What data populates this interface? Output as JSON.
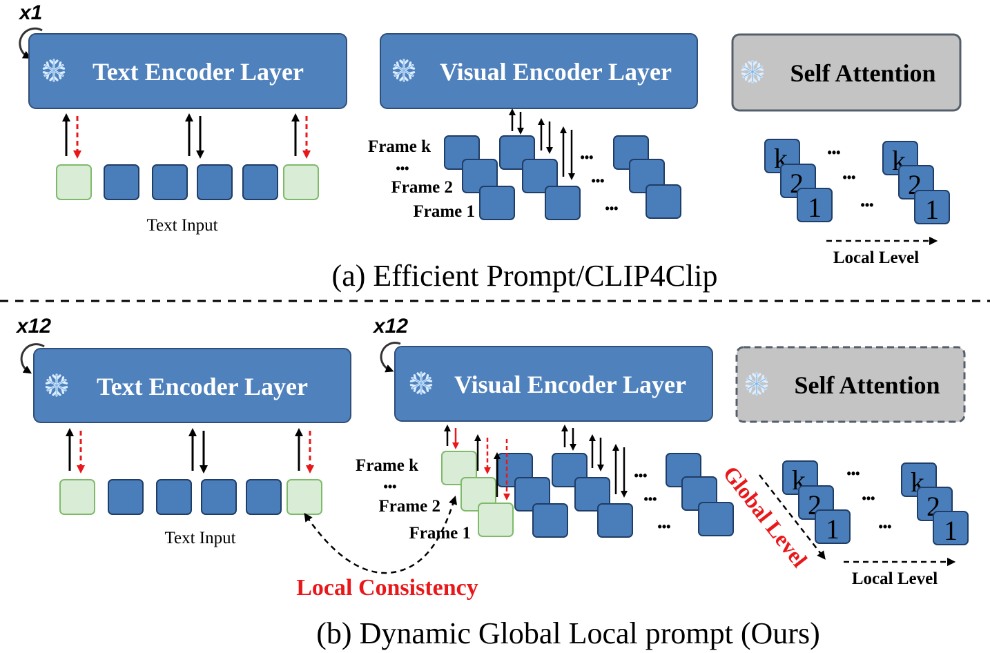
{
  "top": {
    "repeat_label": "x1",
    "text_encoder": "Text Encoder Layer",
    "visual_encoder": "Visual Encoder Layer",
    "self_attention": "Self Attention",
    "text_input": "Text Input",
    "frame_k": "Frame k",
    "frame_2": "Frame 2",
    "frame_1": "Frame 1",
    "ellipsis": "...",
    "ellipsis_dots": "•••",
    "local_level": "Local Level",
    "stack_k": "k",
    "stack_2": "2",
    "stack_1": "1",
    "caption": "(a) Efficient Prompt/CLIP4Clip"
  },
  "bottom": {
    "repeat_label_text": "x12",
    "repeat_label_visual": "x12",
    "text_encoder": "Text Encoder Layer",
    "visual_encoder": "Visual Encoder Layer",
    "self_attention": "Self Attention",
    "text_input": "Text Input",
    "frame_k": "Frame k",
    "frame_2": "Frame 2",
    "frame_1": "Frame 1",
    "ellipsis_dots": "•••",
    "local_consistency": "Local Consistency",
    "global_level": "Global Level",
    "local_level": "Local Level",
    "stack_k": "k",
    "stack_2": "2",
    "stack_1": "1",
    "caption": "(b) Dynamic Global Local prompt (Ours)"
  },
  "colors": {
    "token_blue": "#4a7ebb",
    "token_green": "#d9ecd5",
    "green_border": "#7fba6b",
    "encoder_blue": "#4f81bd",
    "attention_gray": "#c4c4c4",
    "accent_red": "#e8171a",
    "arrow_black": "#000000"
  }
}
